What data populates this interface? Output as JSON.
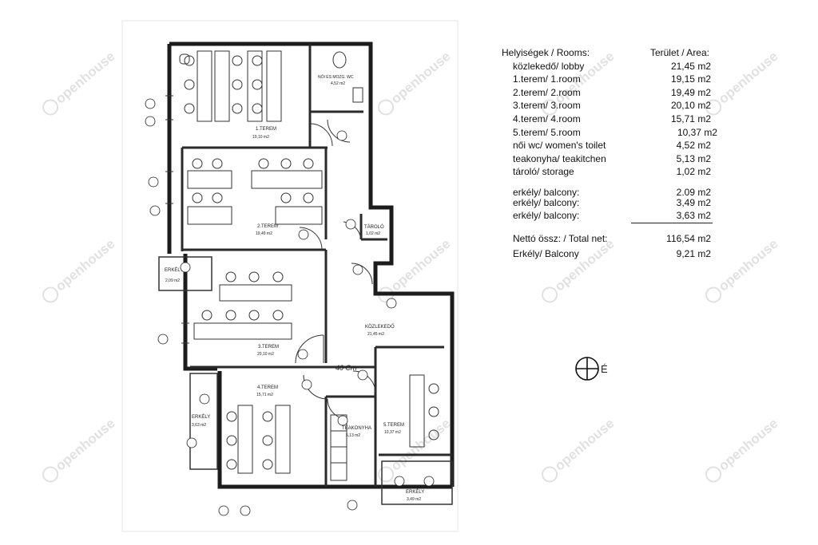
{
  "legend": {
    "header": {
      "rooms": "Helyiségek / Rooms:",
      "area": "Terület / Area:"
    },
    "rooms": [
      {
        "name": "közlekedő/ lobby",
        "area": "21,45 m2"
      },
      {
        "name": "1.terem/ 1.room",
        "area": "19,15 m2"
      },
      {
        "name": "2.terem/ 2.room",
        "area": "19,49 m2"
      },
      {
        "name": "3.terem/ 3.room",
        "area": "20,10 m2"
      },
      {
        "name": "4.terem/ 4.room",
        "area": "15,71 m2"
      },
      {
        "name": "5.terem/ 5.room",
        "area": "10,37 m2"
      },
      {
        "name": "női wc/ women's toilet",
        "area": "4,52 m2"
      },
      {
        "name": "teakonyha/ teakitchen",
        "area": "5,13 m2"
      },
      {
        "name": "tároló/ storage",
        "area": "1,02 m2"
      }
    ],
    "balconies": [
      {
        "name": "erkély/ balcony:",
        "area": "2.09 m2"
      },
      {
        "name": "erkély/ balcony:",
        "area": "3,49 m2"
      },
      {
        "name": "erkély/ balcony:",
        "area": "3,63 m2"
      }
    ],
    "totals": [
      {
        "name": "Nettó össz: / Total net:",
        "area": "116,54 m2"
      },
      {
        "name": "Erkély/ Balcony",
        "area": "9,21 m2"
      }
    ]
  },
  "plan": {
    "room_labels": {
      "room1": "1.TEREM",
      "room1_area": "19,10 m2",
      "room2": "2.TEREM",
      "room2_area": "19,49 m2",
      "room3": "3.TEREM",
      "room3_area": "20,10 m2",
      "room4": "4.TEREM",
      "room4_area": "15,71 m2",
      "room5": "5.TEREM",
      "room5_area": "10,37 m2",
      "lobby": "KÖZLEKEDŐ",
      "lobby_area": "21,45 m2",
      "wc": "NŐI ÉS MOZG. WC",
      "wc_area": "4,52 m2",
      "storage": "TÁROLÓ",
      "storage_area": "1,02 m2",
      "kitchen": "TEAKONYHA",
      "kitchen_area": "5,13 m2",
      "balcony_left_top": "ERKÉLY",
      "balcony_left_top_area": "2,09 m2",
      "balcony_left_bottom": "ERKÉLY",
      "balcony_left_bottom_area": "3,63 m2",
      "balcony_bottom": "ERKÉLY",
      "balcony_bottom_area": "3,49 m2",
      "handwritten_note": "40 Cm"
    },
    "north_arrow_label": "É",
    "watermark_text": "openhouse"
  }
}
